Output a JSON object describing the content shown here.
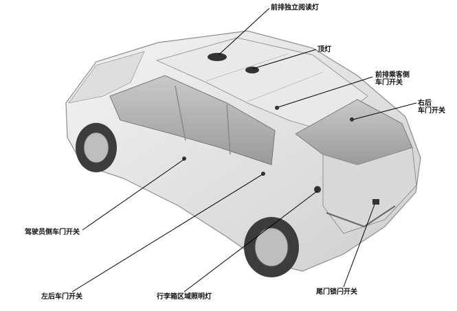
{
  "labels": {
    "front_reading_light": "前排独立阅读灯",
    "dome_light": "顶灯",
    "front_passenger_door_switch": [
      "前排乘客侧",
      "车门开关"
    ],
    "right_rear_door_switch": [
      "右后",
      "车门开关"
    ],
    "driver_door_switch": "驾驶员侧车门开关",
    "left_rear_door_switch": "左后车门开关",
    "cargo_area_light": "行李箱区域照明灯",
    "tailgate_latch_switch": "尾门锁闩开关"
  }
}
